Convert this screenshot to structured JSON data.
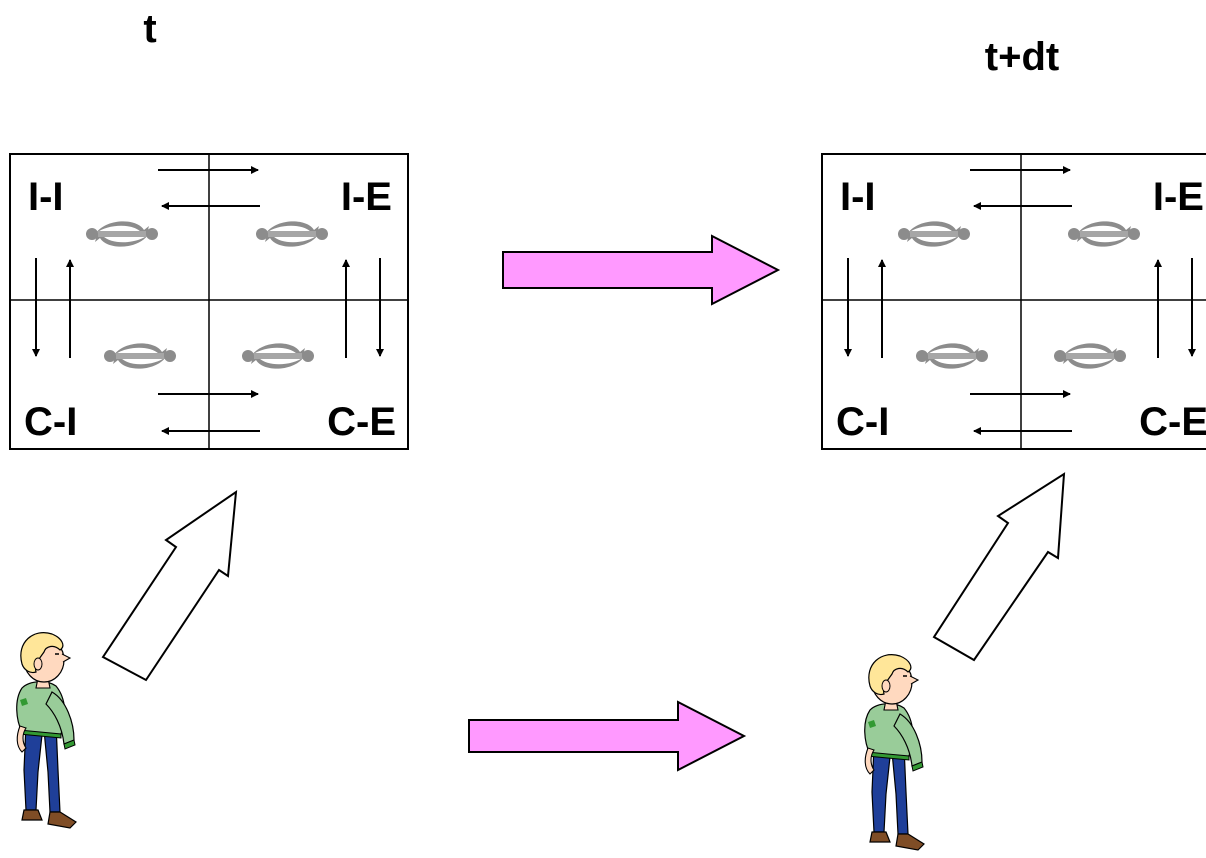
{
  "time_labels": {
    "before": "t",
    "after": "t+dt"
  },
  "quadrants": {
    "top_left": "I-I",
    "top_right": "I-E",
    "bottom_left": "C-I",
    "bottom_right": "C-E"
  },
  "colors": {
    "transition_arrow_fill": "#FF99FF",
    "observation_arrow_fill": "#FFFFFF",
    "exchange_icon": "#8C8C8C",
    "line": "#000000",
    "shirt": "#99CC99",
    "shirt_stripe": "#339933",
    "trousers": "#1F3F99",
    "hair": "#FFE699",
    "skin": "#FFD9BF",
    "shoes": "#7F4D26"
  },
  "icons": {
    "exchange": "bidirectional-exchange-icon",
    "observer": "boy-observer-figure"
  }
}
